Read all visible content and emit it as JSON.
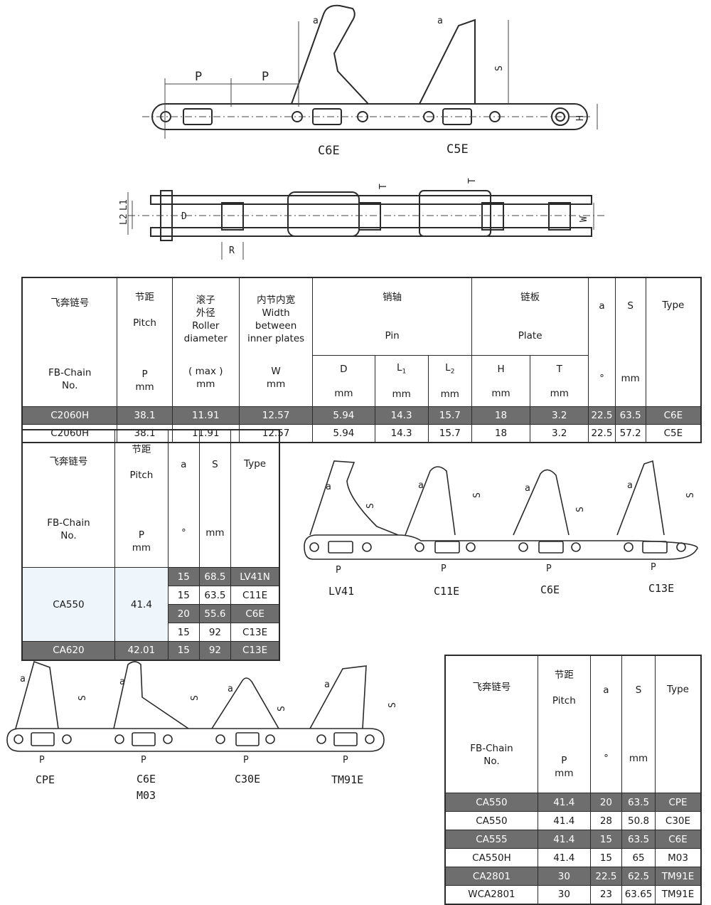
{
  "top_drawing": {
    "type_labels": [
      "C6E",
      "C5E"
    ],
    "dim_labels": {
      "p": "P",
      "a": "a",
      "s": "S",
      "h": "H",
      "t": "T",
      "d": "D",
      "r": "R",
      "w": "W",
      "l1": "L1",
      "l2": "L2"
    }
  },
  "table1": {
    "headers": {
      "chain_no_cn": "飞奔链号",
      "chain_no_en": "FB-Chain\nNo.",
      "pitch_cn": "节距",
      "pitch_en": "Pitch",
      "pitch_unit": "P\nmm",
      "roller": "滚子\n外径\nRoller\ndiameter",
      "roller_unit": "( max )\nmm",
      "width": "内节内宽\nWidth\nbetween\ninner plates",
      "width_unit": "W\nmm",
      "pin_cn": "销轴",
      "pin_en": "Pin",
      "plate_cn": "链板",
      "plate_en": "Plate",
      "d": "D",
      "l": "L",
      "l1_sub": "1",
      "l2_sub": "2",
      "h": "H",
      "t": "T",
      "mm": "mm",
      "a": "a",
      "deg": "°",
      "s": "S",
      "type": "Type"
    },
    "rows": [
      {
        "no": "C2060H",
        "pitch": "38.1",
        "roller": "11.91",
        "width": "12.57",
        "d": "5.94",
        "l1": "14.3",
        "l2": "15.7",
        "h": "18",
        "t": "3.2",
        "a": "22.5",
        "s": "63.5",
        "type": "C6E"
      },
      {
        "no": "C2060H",
        "pitch": "38.1",
        "roller": "11.91",
        "width": "12.57",
        "d": "5.94",
        "l1": "14.3",
        "l2": "15.7",
        "h": "18",
        "t": "3.2",
        "a": "22.5",
        "s": "57.2",
        "type": "C5E"
      }
    ]
  },
  "table2": {
    "headers": {
      "chain_no_cn": "飞奔链号",
      "chain_no_en": "FB-Chain\nNo.",
      "pitch_cn": "节距",
      "pitch_en": "Pitch",
      "pitch_unit": "P\nmm",
      "a": "a",
      "deg": "°",
      "s": "S",
      "mm": "mm",
      "type": "Type"
    },
    "group1": {
      "no": "CA550",
      "pitch": "41.4",
      "rows": [
        {
          "a": "15",
          "s": "68.5",
          "type": "LV41N"
        },
        {
          "a": "15",
          "s": "63.5",
          "type": "C11E"
        },
        {
          "a": "20",
          "s": "55.6",
          "type": "C6E"
        },
        {
          "a": "15",
          "s": "92",
          "type": "C13E"
        }
      ]
    },
    "row_last": {
      "no": "CA620",
      "pitch": "42.01",
      "a": "15",
      "s": "92",
      "type": "C13E"
    }
  },
  "middle_drawing": {
    "type_labels": [
      "LV41",
      "C11E",
      "C6E",
      "C13E"
    ]
  },
  "bottom_drawing": {
    "type_labels": [
      "CPE",
      "C6E",
      "M03",
      "C30E",
      "TM91E"
    ]
  },
  "table3": {
    "headers": {
      "chain_no_cn": "飞奔链号",
      "chain_no_en": "FB-Chain\nNo.",
      "pitch_cn": "节距",
      "pitch_en": "Pitch",
      "pitch_unit": "P\nmm",
      "a": "a",
      "deg": "°",
      "s": "S",
      "mm": "mm",
      "type": "Type"
    },
    "rows": [
      {
        "no": "CA550",
        "pitch": "41.4",
        "a": "20",
        "s": "63.5",
        "type": "CPE"
      },
      {
        "no": "CA550",
        "pitch": "41.4",
        "a": "28",
        "s": "50.8",
        "type": "C30E"
      },
      {
        "no": "CA555",
        "pitch": "41.4",
        "a": "15",
        "s": "63.5",
        "type": "C6E"
      },
      {
        "no": "CA550H",
        "pitch": "41.4",
        "a": "15",
        "s": "65",
        "type": "M03"
      },
      {
        "no": "CA2801",
        "pitch": "30",
        "a": "22.5",
        "s": "62.5",
        "type": "TM91E"
      },
      {
        "no": "WCA2801",
        "pitch": "30",
        "a": "23",
        "s": "63.65",
        "type": "TM91E"
      }
    ]
  }
}
